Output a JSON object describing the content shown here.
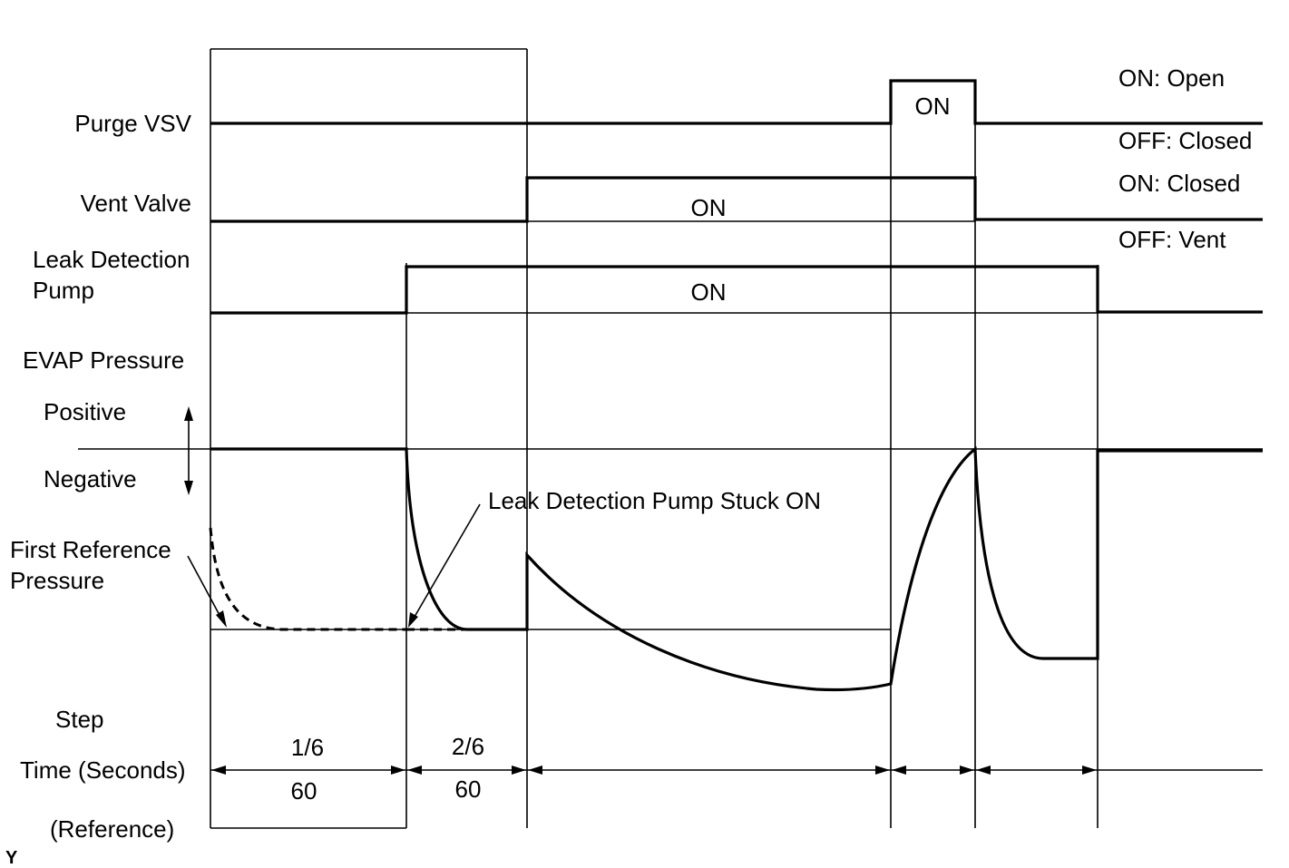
{
  "signals": {
    "purge_vsv": {
      "label": "Purge VSV",
      "state_on": "ON",
      "legend_on": "ON: Open",
      "legend_off": "OFF: Closed"
    },
    "vent_valve": {
      "label": "Vent Valve",
      "state_on": "ON",
      "legend_on": "ON: Closed",
      "legend_off": "OFF: Vent"
    },
    "leak_pump": {
      "label_line1": "Leak Detection",
      "label_line2": "Pump",
      "state_on": "ON"
    }
  },
  "evap": {
    "label": "EVAP Pressure",
    "positive": "Positive",
    "negative": "Negative",
    "first_ref_line1": "First Reference",
    "first_ref_line2": "Pressure",
    "stuck_annotation": "Leak Detection Pump Stuck ON"
  },
  "steps": {
    "step_label": "Step",
    "time_label": "Time (Seconds)",
    "reference_label": "(Reference)",
    "items": [
      {
        "step": "1/6",
        "time": "60"
      },
      {
        "step": "2/6",
        "time": "60"
      }
    ]
  },
  "figure_id": "Y"
}
